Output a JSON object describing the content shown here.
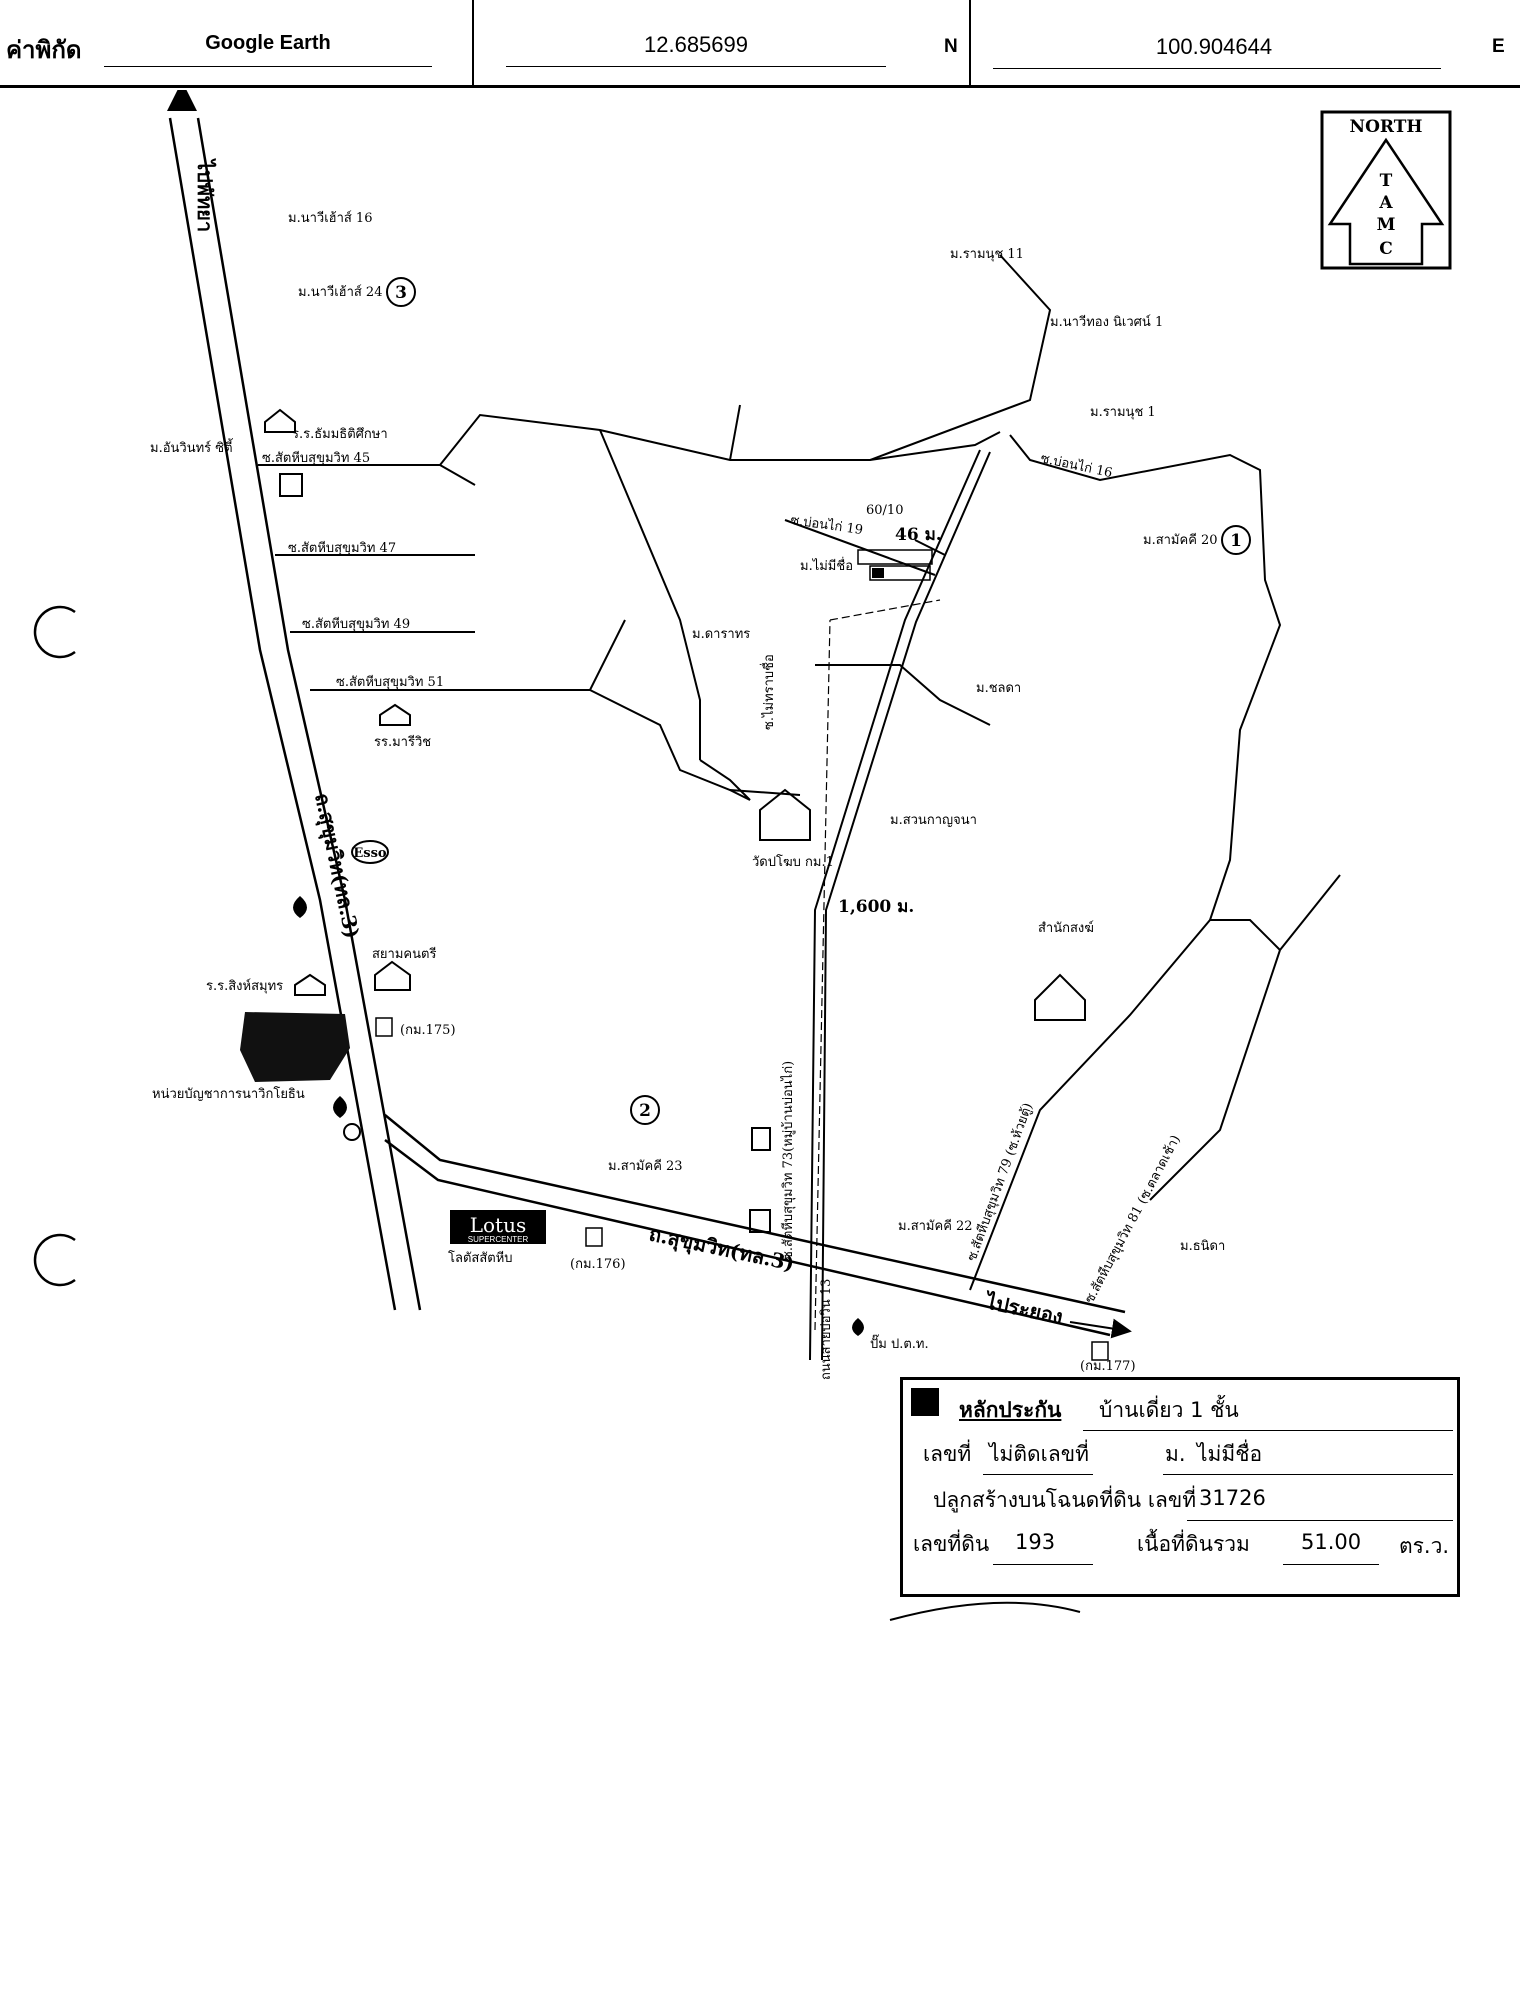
{
  "header": {
    "coord_label": "ค่าพิกัด",
    "source": "Google Earth",
    "lat": "12.685699",
    "lat_dir": "N",
    "lon": "100.904644",
    "lon_dir": "E"
  },
  "compass": {
    "north": "NORTH",
    "letters": [
      "T",
      "A",
      "M",
      "C"
    ]
  },
  "distances": {
    "lane": "46 ม.",
    "road": "1,600 ม."
  },
  "markers": [
    "1",
    "2",
    "3"
  ],
  "map_labels": {
    "villages": [
      "ม.นาวีเฮ้าส์ 16",
      "ม.นาวีเฮ้าส์ 24",
      "ม.อันวินทร์ ซิตี้",
      "ม.รามนุช 11",
      "ม.นาวีทอง นิเวศน์ 1",
      "ม.รามนุช 1",
      "ม.สามัคคี 20",
      "ม.ดาราทร",
      "ม.ชลดา",
      "ม.สวนกาญจนา",
      "ม.สามัคคี 23",
      "ม.สามัคคี 22",
      "ม.ธนิดา",
      "ม.ไม่มีชื่อ"
    ],
    "lanes": [
      "ซ.สัตหีบสุขุมวิท 45",
      "ซ.สัตหีบสุขุมวิท 47",
      "ซ.สัตหีบสุขุมวิท 49",
      "ซ.สัตหีบสุขุมวิท 51",
      "ซ.บ่อนไก่ 16",
      "ซ.บ่อนไก่ 19",
      "ซ.ไม่ทราบชื่อ",
      "ซ.สัตหีบสุขุมวิท 73(หมู่บ้านบ่อนไก่)",
      "ซ.สัตหีบสุขุมวิท 79 (ซ.ห้วยตู้)",
      "ซ.สัตหีบสุขุมวิท 81 (ซ.ตลาดเช้า)"
    ],
    "places": [
      "ร.ร.ธัมมธิติศึกษา",
      "รร.มารีวิช",
      "สยามคนตรี",
      "ร.ร.สิงห์สมุทร",
      "หน่วยบัญชาการนาวิกโยธิน",
      "วัดปโฆบ กม.1",
      "สำนักสงฆ์",
      "โลตัสสัตหีบ",
      "ปั๊ม ป.ต.ท.",
      "60/10"
    ],
    "roads": [
      "ไปพัทยา",
      "ถ.สุขุมวิท(ทล.3)",
      "ไประยอง",
      "ถ.สุขุมวิท(ทล.3)",
      "ถนนสายบ่อวิน 13"
    ],
    "km_posts": [
      "(กม.175)",
      "(กม.176)",
      "(กม.177)"
    ],
    "brands": [
      "Esso",
      "Lotus",
      "SUPERCENTER"
    ]
  },
  "info_box": {
    "title": "หลักประกัน",
    "type": "บ้านเดี่ยว 1 ชั้น",
    "house_no_label": "เลขที่",
    "house_no": "ไม่ติดเลขที่",
    "village_label": "ม.",
    "village": "ไม่มีชื่อ",
    "deed_label": "ปลูกสร้างบนโฉนดที่ดิน เลขที่",
    "deed_no": "31726",
    "land_no_label": "เลขที่ดิน",
    "land_no": "193",
    "area_label": "เนื้อที่ดินรวม",
    "area": "51.00",
    "area_unit": "ตร.ว."
  }
}
